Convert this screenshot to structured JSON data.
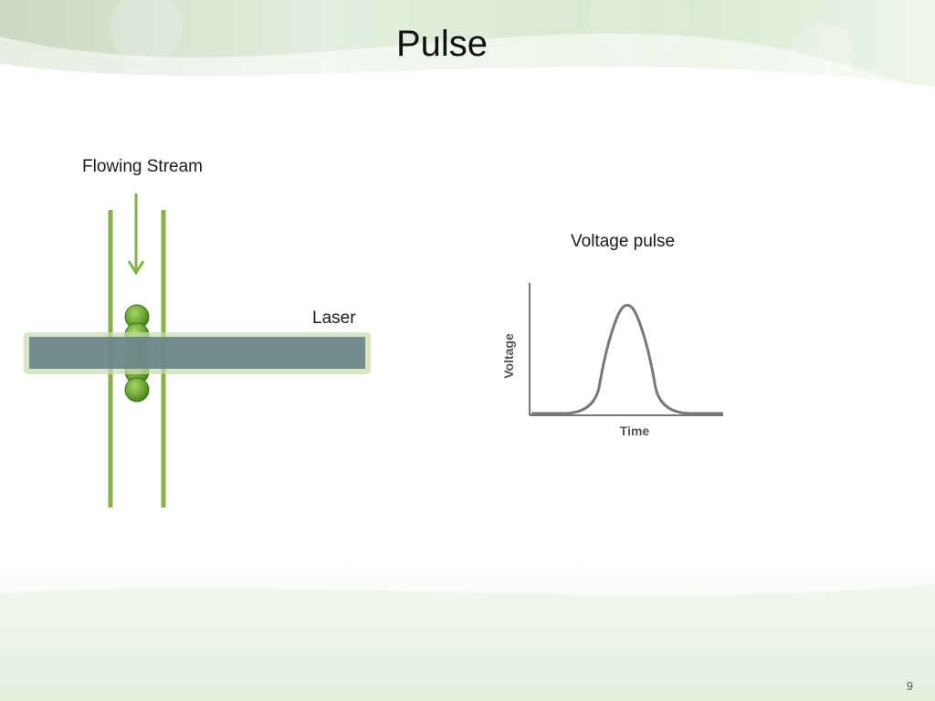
{
  "slide": {
    "title": "Pulse",
    "page_number": "9"
  },
  "labels": {
    "flowing_stream": "Flowing Stream",
    "laser": "Laser",
    "voltage_pulse": "Voltage pulse"
  },
  "chart_data": {
    "type": "line",
    "title": "",
    "xlabel": "Time",
    "ylabel": "Voltage",
    "x": [
      0,
      0.33,
      0.38,
      0.45,
      0.5,
      0.55,
      0.62,
      0.67,
      1.0
    ],
    "values": [
      0,
      0,
      0.45,
      0.8,
      0.88,
      0.8,
      0.45,
      0,
      0
    ],
    "xlim": [
      0,
      1
    ],
    "ylim": [
      0,
      1
    ],
    "grid": false,
    "line_color": "#777777"
  },
  "colors": {
    "channel": "#86b24a",
    "cell": "#5f9a2e",
    "laser_beam": "#657f85",
    "laser_glow": "#c7dcb0"
  },
  "cells": {
    "count": 5
  }
}
